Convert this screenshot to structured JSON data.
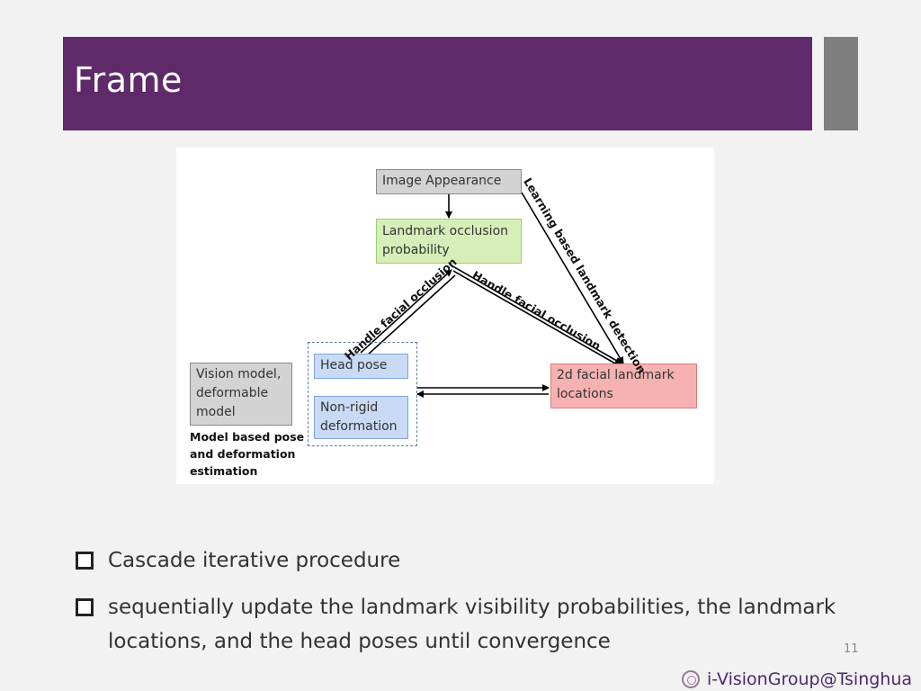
{
  "slide": {
    "title": "Frame",
    "page_number": "11",
    "footer": "i-VisionGroup@Tsinghua",
    "colors": {
      "title_bar": "#5e2a69",
      "side_tab": "#7f7f7f",
      "background": "#f2f2f2"
    }
  },
  "diagram": {
    "nodes": {
      "image_appearance": "Image Appearance",
      "landmark_occlusion": "Landmark occlusion probability",
      "vision_model": "Vision model, deformable model",
      "head_pose": "Head pose",
      "non_rigid": "Non-rigid deformation",
      "facial_landmark": "2d facial landmark locations"
    },
    "labels": {
      "handle_occlusion_left": "Handle facial occlusion",
      "handle_occlusion_right": "Handle facial occlusion",
      "learning_based": "Learning based landmark detection",
      "model_based": "Model based pose and deformation estimation"
    },
    "node_colors": {
      "gray": "#d3d3d3",
      "green": "#d6efb9",
      "blue": "#c8daf5",
      "pink": "#f6b2b2"
    }
  },
  "bullets": [
    "Cascade iterative procedure",
    "sequentially update the landmark visibility probabilities, the landmark locations, and the head poses until convergence"
  ]
}
